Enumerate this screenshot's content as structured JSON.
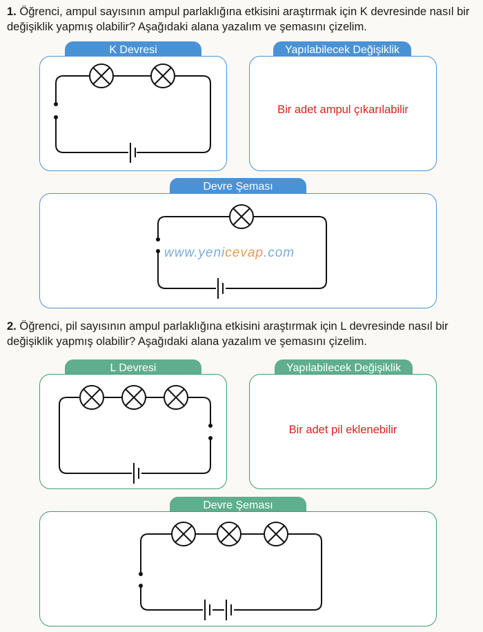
{
  "q1": {
    "number": "1.",
    "text": "Öğrenci, ampul sayısının ampul parlaklığına etkisini araştırmak için K devresinde nasıl bir değişiklik yapmış olabilir? Aşağıdaki alana yazalım ve şemasını çizelim.",
    "circuit_tab": "K Devresi",
    "change_tab": "Yapılabilecek Değişiklik",
    "answer": "Bir adet ampul çıkarılabilir",
    "diagram_tab": "Devre Şeması"
  },
  "q2": {
    "number": "2.",
    "text": "Öğrenci, pil sayısının ampul parlaklığına etkisini araştırmak için L devresinde nasıl bir değişiklik yapmış olabilir? Aşağıdaki alana yazalım ve şemasını çizelim.",
    "circuit_tab": "L Devresi",
    "change_tab": "Yapılabilecek Değişiklik",
    "answer": "Bir adet pil eklenebilir",
    "diagram_tab": "Devre Şeması"
  },
  "watermark": {
    "part1": "www.yeni",
    "part2": "cevap",
    "part3": ".com"
  },
  "colors": {
    "blue": "#4a92d6",
    "green": "#5fae8d",
    "answer_red": "#d9201e"
  }
}
